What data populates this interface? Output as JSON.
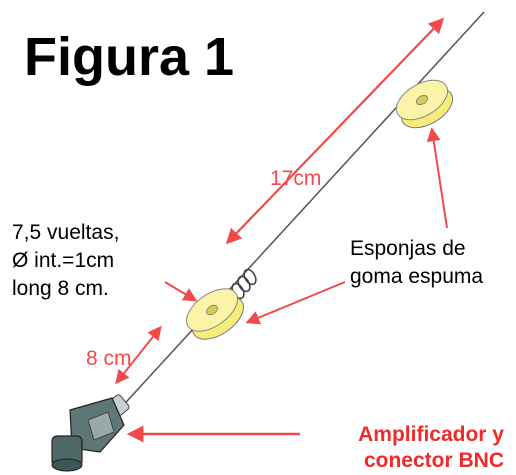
{
  "title": "Figura 1",
  "labels": {
    "turns_line1": "7,5 vueltas,",
    "turns_line2": "Ø int.=1cm",
    "turns_line3": "long 8 cm.",
    "length_17": "17cm",
    "length_8": "8 cm",
    "foam_line1": "Esponjas de",
    "foam_line2": "goma espuma",
    "amp_line1": "Amplificador y",
    "amp_line2": "conector BNC"
  },
  "colors": {
    "arrow": "#f04a4a",
    "amp_text": "#f02a2a",
    "foam": "#f7ec7a",
    "wire": "#555555",
    "connector": "#6b8080"
  }
}
